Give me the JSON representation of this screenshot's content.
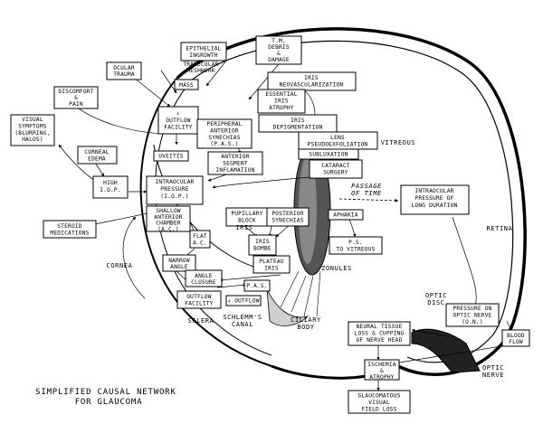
{
  "caption": [
    "SIMPLIFIED CAUSAL NETWORK",
    "FOR GLAUCOMA"
  ],
  "anatomy": {
    "cornea": "CORNEA",
    "sclera": "SCLERA",
    "schlemms_canal": [
      "SCHLEMM'S",
      "CANAL"
    ],
    "iris": "IRIS",
    "zonules": "ZONULES",
    "ciliary_body": [
      "CILIARY",
      "BODY"
    ],
    "vitreous": "VITREOUS",
    "retina": "RETINA",
    "optic_disc": [
      "OPTIC",
      "DISC"
    ],
    "optic_nerve": [
      "OPTIC",
      "NERVE"
    ],
    "passage_of_time": [
      "PASSAGE",
      "OF TIME"
    ]
  },
  "nodes": {
    "epithelial_ingrowth": [
      "EPITHELIAL",
      "INGROWTH"
    ],
    "tm_debris": [
      "T.M.",
      "DEBRIS",
      "&",
      "DAMAGE"
    ],
    "trabecular_meshwork": [
      "TRABECULAR",
      "MESHWORK"
    ],
    "mass": [
      "MASS"
    ],
    "ocular_trauma": [
      "OCULAR",
      "TRAUMA"
    ],
    "iris_neovascularization": [
      "IRIS",
      "NEOVASCULARIZATION"
    ],
    "discomfort_pain": [
      "DISCOMFORT",
      "&",
      "PAIN"
    ],
    "essential_iris_atrophy": [
      "ESSENTIAL",
      "IRIS",
      "ATROPHY"
    ],
    "outflow_facility": [
      "OUTFLOW",
      "FACILITY"
    ],
    "iris_depigmentation": [
      "IRIS",
      "DEPIGMENTATION"
    ],
    "visual_symptoms": [
      "VISUAL",
      "SYMPTOMS",
      "(BLURRING,",
      "HALOS)"
    ],
    "peripheral_anterior_synechias": [
      "PERIPHERAL",
      "ANTERIOR",
      "SYNECHIAS",
      "(P.A.S.)"
    ],
    "lens_pseudoexfoliation": [
      "LENS",
      "PSEUDOEXFOLIATION"
    ],
    "lens_subluxation": [
      "SUBLUXATION"
    ],
    "corneal_edema": [
      "CORNEAL",
      "EDEMA"
    ],
    "uveitis": [
      "UVEITIS"
    ],
    "anterior_segment_inflammation": [
      "ANTERIOR",
      "SEGMENT",
      "INFLAMATION"
    ],
    "cataract_surgery": [
      "CATARACT",
      "SURGERY"
    ],
    "highly_iop": [
      "HIGH",
      "I.O.P."
    ],
    "intraocular_pressure": [
      "INTRAOCULAR",
      "PRESSURE",
      "(I.O.P.)"
    ],
    "intraocular_pressure_long": [
      "INTRAOCULAR",
      "PRESSURE OF",
      "LONG DURATION"
    ],
    "pupillary_block": [
      "PUPILLARY",
      "BLOCK"
    ],
    "steroid_medications": [
      "STEROID",
      "MEDICATIONS"
    ],
    "shallow_anterior_chamber": [
      "SHALLOW",
      "ANTERIOR",
      "CHAMBER",
      "(A.C.)"
    ],
    "posterior_synechias": [
      "POSTERIOR",
      "SYNECHIAS"
    ],
    "aphakia": [
      "APHAKIA"
    ],
    "ps_to_vitreous": [
      "P.S.",
      "TO VITREOUS"
    ],
    "flat_ac": [
      "FLAT",
      "A.C."
    ],
    "iris_bombe": [
      "IRIS",
      "BOMBE"
    ],
    "narrow_angle": [
      "NARROW",
      "ANGLE"
    ],
    "plateau_iris": [
      "PLATEAU",
      "IRIS"
    ],
    "angle_closure": [
      "ANGLE",
      "CLOSURE"
    ],
    "pas_small": [
      "P.A.S."
    ],
    "outflow_facility_small": [
      "OUTFLOW",
      "FACILITY"
    ],
    "down_outflow": [
      "OUTFLOW"
    ],
    "pressure_on_optic_nerve": [
      "PRESSURE ON",
      "OPTIC NERVE",
      "(O.N.)"
    ],
    "neural_tissue_loss": [
      "NEURAL TISSUE",
      "LOSS & CUPPING",
      "OF NERVE HEAD"
    ],
    "blood_flow": [
      "BLOOD",
      "FLOW"
    ],
    "ischemia_atrophy": [
      "ISCHEMIA",
      "&",
      "ATROPHY"
    ],
    "glaucomatous_field_loss": [
      "GLAUCOMATOUS",
      "VISUAL",
      "FIELD LOSS"
    ]
  }
}
